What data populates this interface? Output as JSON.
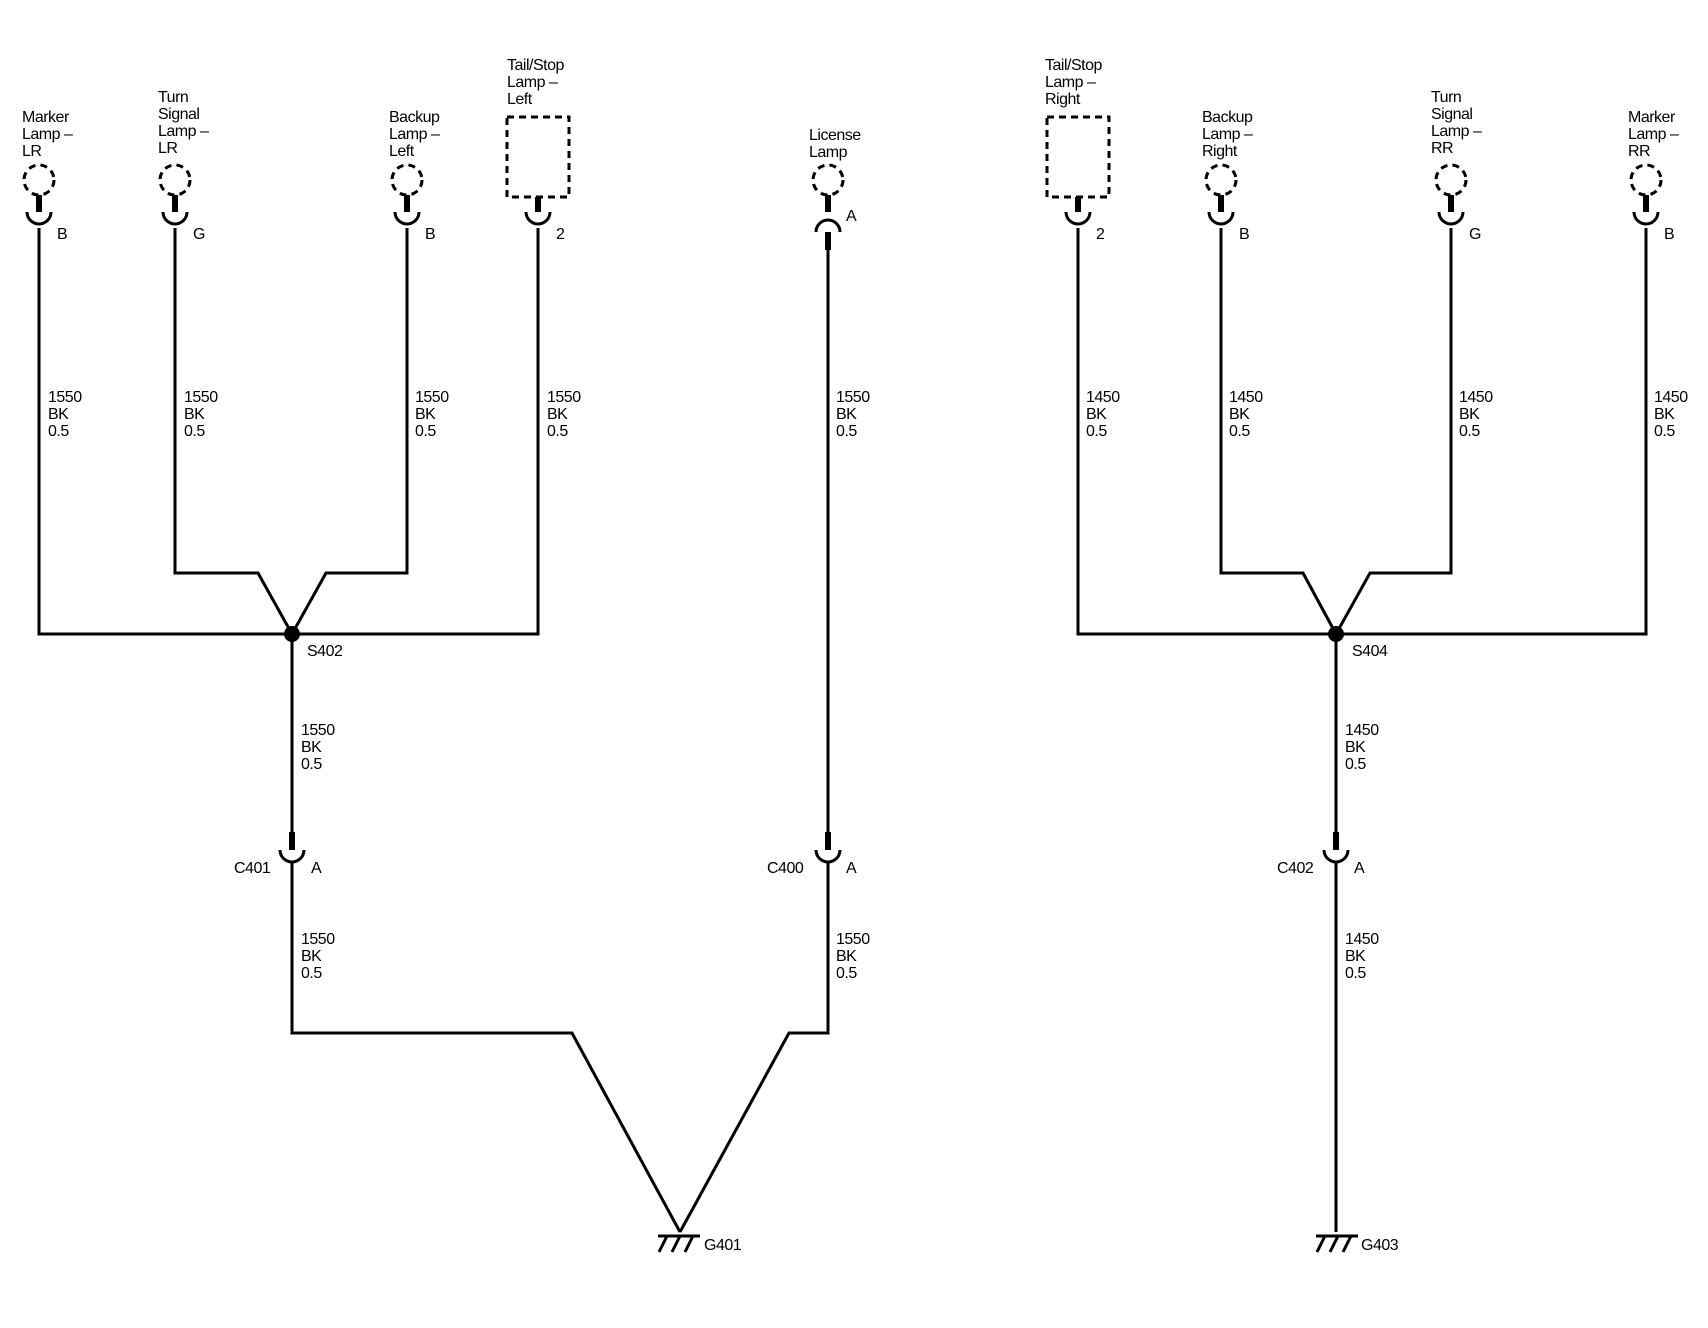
{
  "lamps": {
    "marker_lr": [
      "Marker",
      "Lamp –",
      "LR"
    ],
    "turn_lr": [
      "Turn",
      "Signal",
      "Lamp –",
      "LR"
    ],
    "backup_left": [
      "Backup",
      "Lamp –",
      "Left"
    ],
    "tail_left": [
      "Tail/Stop",
      "Lamp –",
      "Left"
    ],
    "license": [
      "License",
      "Lamp"
    ],
    "tail_right": [
      "Tail/Stop",
      "Lamp –",
      "Right"
    ],
    "backup_right": [
      "Backup",
      "Lamp –",
      "Right"
    ],
    "turn_rr": [
      "Turn",
      "Signal",
      "Lamp –",
      "RR"
    ],
    "marker_rr": [
      "Marker",
      "Lamp –",
      "RR"
    ]
  },
  "pins": {
    "marker_lr": "B",
    "turn_lr": "G",
    "backup_left": "B",
    "tail_left": "2",
    "license": "A",
    "tail_right": "2",
    "backup_right": "B",
    "turn_rr": "G",
    "marker_rr": "B",
    "c401": "A",
    "c400": "A",
    "c402": "A"
  },
  "wires": {
    "left": [
      "1550",
      "BK",
      "0.5"
    ],
    "right": [
      "1450",
      "BK",
      "0.5"
    ]
  },
  "splices": {
    "left": "S402",
    "right": "S404"
  },
  "connectors": {
    "c401": "C401",
    "c400": "C400",
    "c402": "C402"
  },
  "grounds": {
    "left": "G401",
    "right": "G403"
  }
}
